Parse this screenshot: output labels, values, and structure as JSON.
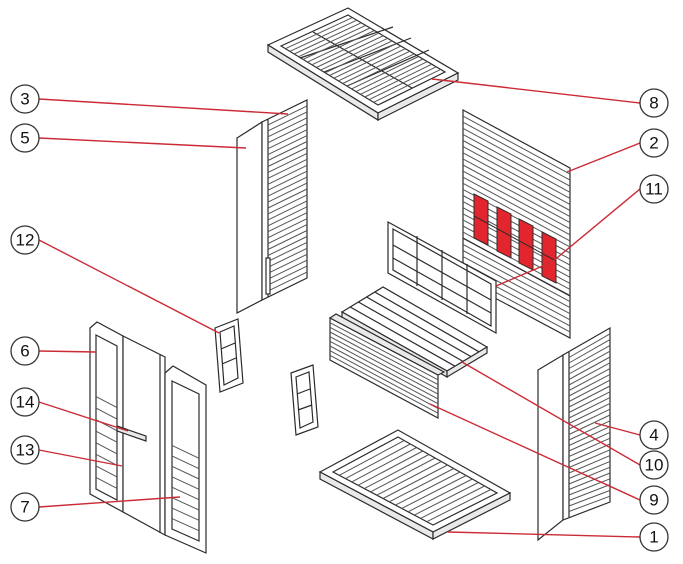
{
  "diagram": {
    "type": "exploded-assembly",
    "parts": [
      {
        "id": "1",
        "label": "1"
      },
      {
        "id": "2",
        "label": "2"
      },
      {
        "id": "3",
        "label": "3"
      },
      {
        "id": "4",
        "label": "4"
      },
      {
        "id": "5",
        "label": "5"
      },
      {
        "id": "6",
        "label": "6"
      },
      {
        "id": "7",
        "label": "7"
      },
      {
        "id": "8",
        "label": "8"
      },
      {
        "id": "9",
        "label": "9"
      },
      {
        "id": "10",
        "label": "10"
      },
      {
        "id": "11",
        "label": "11"
      },
      {
        "id": "12",
        "label": "12"
      },
      {
        "id": "13",
        "label": "13"
      },
      {
        "id": "14",
        "label": "14"
      }
    ]
  },
  "colors": {
    "leader": "#cc2b36",
    "heater": "#e3262e",
    "outline": "#2b2b2b"
  }
}
